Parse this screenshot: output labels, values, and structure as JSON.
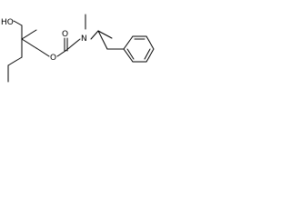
{
  "molecule": {
    "atoms": {
      "hydroxyl": "HO",
      "ester_oxygen": "O",
      "carbonyl_oxygen": "O",
      "nitrogen": "N"
    }
  }
}
